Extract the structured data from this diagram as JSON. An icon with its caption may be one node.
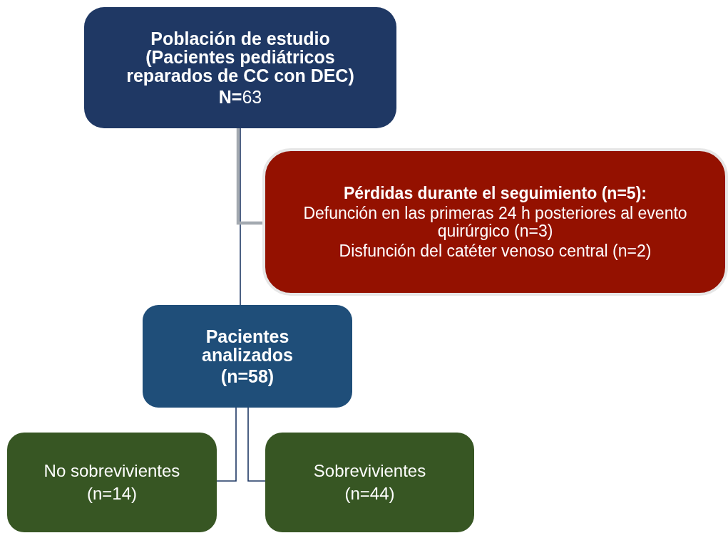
{
  "diagram": {
    "nodes": [
      {
        "text": [
          "Población de estudio (Pacientes pediátricos reparados de CC con DEC)",
          "**N=**63"
        ]
      },
      {
        "text": [
          "Pérdidas durante el seguimiento (n=5):",
          "Defunción en las primeras 24 h posteriores al evento quirúrgico (n=3)",
          "Disfunción del catéter venoso central (n=2)"
        ]
      },
      {
        "text": [
          "Pacientes analizados",
          "(n=58)"
        ]
      },
      {
        "text": [
          "No sobrevivientes (n=14)"
        ]
      },
      {
        "text": [
          "Sobrevivientes (n=44)"
        ]
      }
    ],
    "edges": [
      {
        "from": 0,
        "to": 2,
        "arrow": "none"
      },
      {
        "from": 0,
        "to": 1,
        "arrow": "none",
        "style": "thick",
        "color": "#a3a9b0"
      },
      {
        "from": 2,
        "to": 3,
        "arrow": "none"
      },
      {
        "from": 2,
        "to": 4,
        "arrow": "none"
      }
    ]
  }
}
